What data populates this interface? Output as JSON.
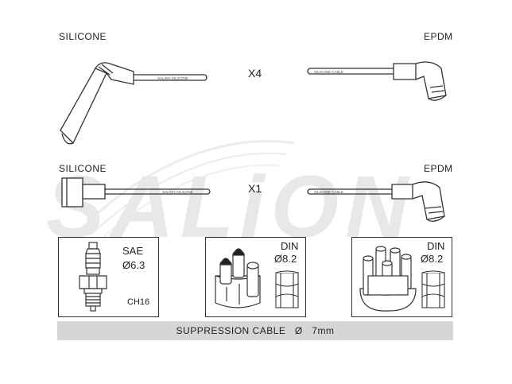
{
  "top_row": {
    "left_label": "SILICONE",
    "right_label": "EPDM",
    "multiplier": "X4",
    "left_cable_print": "SALION  SILICONE",
    "right_cable_print": "SILICONE CABLE"
  },
  "bottom_row": {
    "left_label": "SILICONE",
    "right_label": "EPDM",
    "multiplier": "X1",
    "left_cable_print": "SALION  SILICONE",
    "right_cable_print": "SILICONE CABLE"
  },
  "watermark": "SALiON",
  "panels": [
    {
      "standard": "SAE",
      "size": "Ø6.3",
      "extra": "CH16"
    },
    {
      "standard": "DIN",
      "size": "Ø8.2"
    },
    {
      "standard": "DIN",
      "size": "Ø8.2"
    }
  ],
  "footer": {
    "prefix": "SUPPRESSION CABLE",
    "symbol": "Ø",
    "size": "7mm"
  },
  "colors": {
    "line": "#333333",
    "footer_bg": "#d6d6d6",
    "watermark": "#e6e6e6"
  }
}
